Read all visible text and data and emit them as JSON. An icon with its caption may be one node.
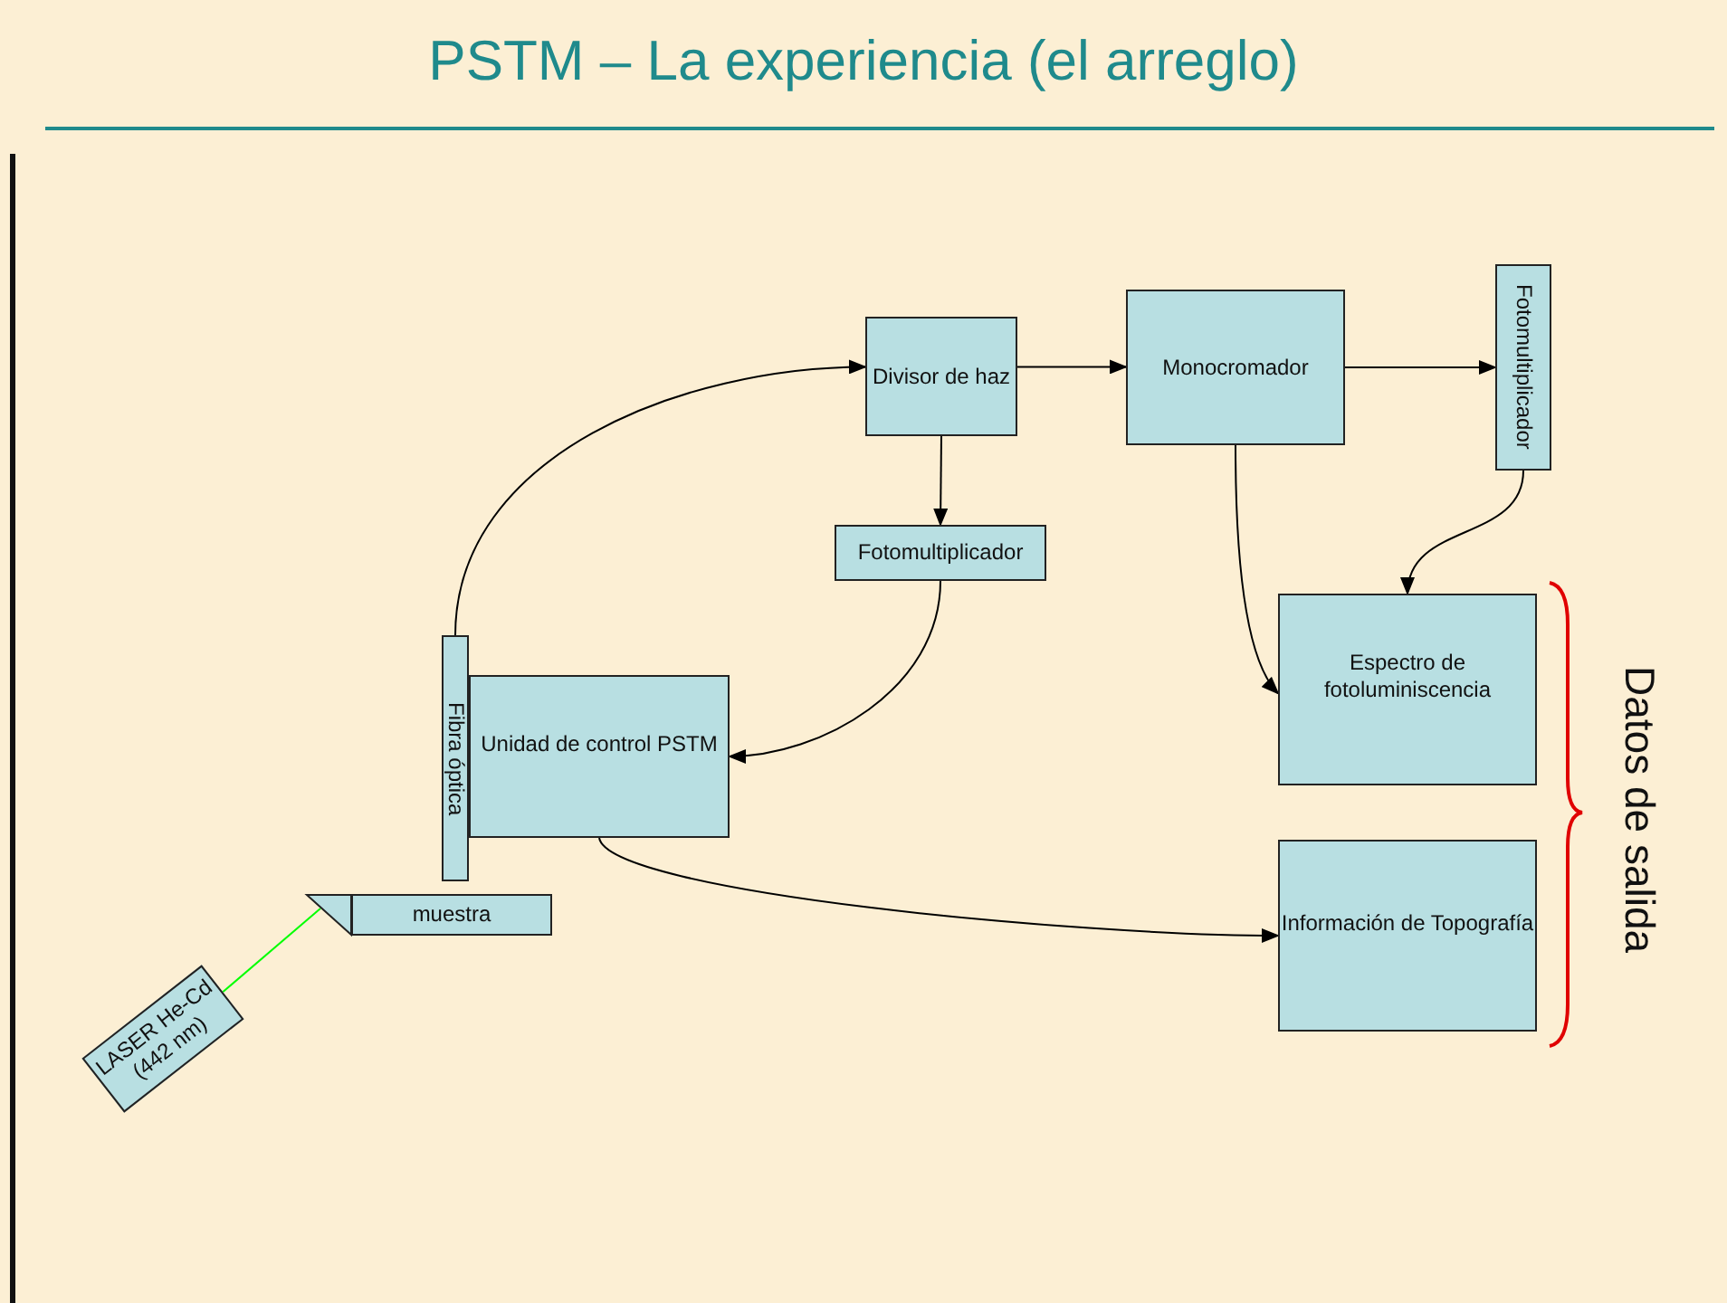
{
  "diagram": {
    "title": "PSTM – La experiencia (el arreglo)",
    "nodes": [
      {
        "text": [
          "Divisor de haz"
        ]
      },
      {
        "text": [
          "Monocromador"
        ]
      },
      {
        "text": [
          "Fotomultiplicador"
        ]
      },
      {
        "text": [
          "Fotomultiplicador"
        ]
      },
      {
        "text": [
          "Fibra óptica"
        ]
      },
      {
        "text": [
          "Unidad de control PSTM"
        ]
      },
      {
        "text": [
          "Espectro de fotoluminiscencia"
        ]
      },
      {
        "text": [
          "Información de Topografía"
        ]
      },
      {
        "text": [
          "muestra"
        ]
      },
      {
        "text": [
          "LASER He-Cd (442 nm)"
        ]
      }
    ],
    "edges": [
      {
        "from": 4,
        "to": 0,
        "arrow": "to"
      },
      {
        "from": 0,
        "to": 1,
        "arrow": "to"
      },
      {
        "from": 1,
        "to": 2,
        "arrow": "to"
      },
      {
        "from": 0,
        "to": 3,
        "arrow": "to"
      },
      {
        "from": 3,
        "to": 5,
        "arrow": "to"
      },
      {
        "from": 1,
        "to": 6,
        "arrow": "to"
      },
      {
        "from": 2,
        "to": 6,
        "arrow": "to"
      },
      {
        "from": 5,
        "to": 7,
        "arrow": "to"
      },
      {
        "from": 9,
        "to": 8,
        "arrow": "none",
        "color": "#00ff00"
      }
    ],
    "labels": [
      "Datos de salida"
    ]
  }
}
